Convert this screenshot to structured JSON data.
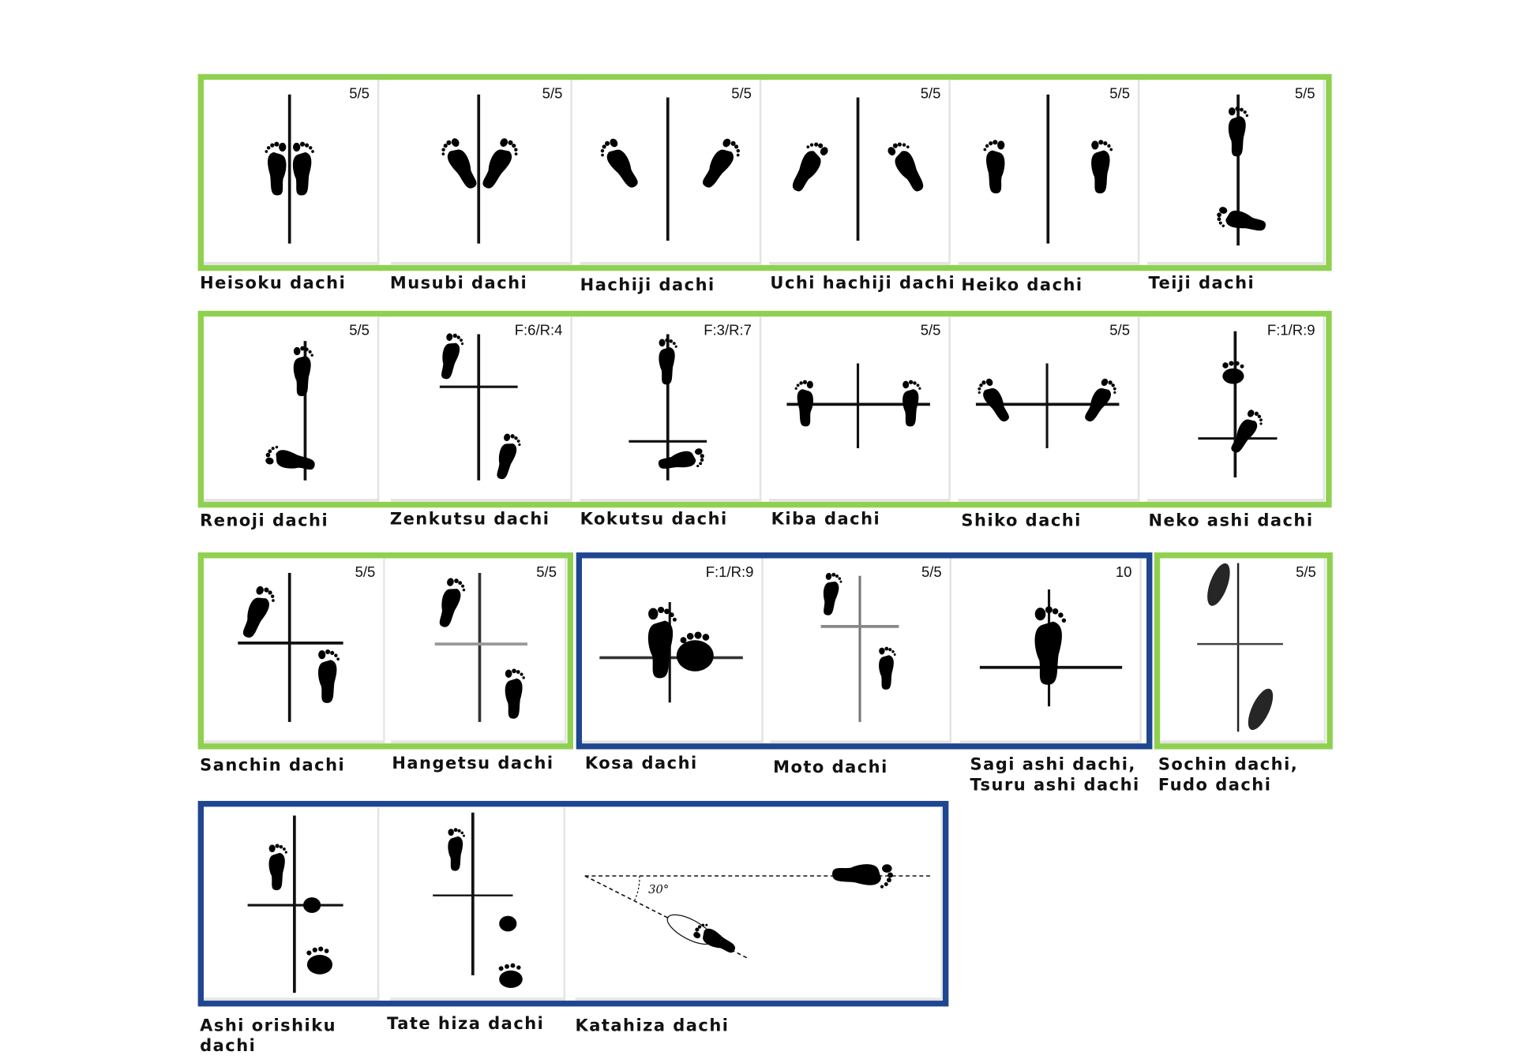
{
  "colors": {
    "green_group": "#8fd14f",
    "blue_group": "#1f4690"
  },
  "stances": [
    {
      "name": "Heisoku dachi",
      "score": "5/5"
    },
    {
      "name": "Musubi dachi",
      "score": "5/5"
    },
    {
      "name": "Hachiji dachi",
      "score": "5/5"
    },
    {
      "name": "Uchi hachiji dachi",
      "score": "5/5"
    },
    {
      "name": "Heiko dachi",
      "score": "5/5"
    },
    {
      "name": "Teiji dachi",
      "score": "5/5"
    },
    {
      "name": "Renoji dachi",
      "score": "5/5"
    },
    {
      "name": "Zenkutsu dachi",
      "score": "F:6/R:4"
    },
    {
      "name": "Kokutsu dachi",
      "score": "F:3/R:7"
    },
    {
      "name": "Kiba dachi",
      "score": "5/5"
    },
    {
      "name": "Shiko dachi",
      "score": "5/5"
    },
    {
      "name": "Neko ashi dachi",
      "score": "F:1/R:9"
    },
    {
      "name": "Sanchin dachi",
      "score": "5/5"
    },
    {
      "name": "Hangetsu dachi",
      "score": "5/5"
    },
    {
      "name": "Kosa dachi",
      "score": "F:1/R:9"
    },
    {
      "name": "Moto dachi",
      "score": "5/5"
    },
    {
      "name": "Sagi ashi dachi,\nTsuru ashi dachi",
      "score": "10"
    },
    {
      "name": "Sochin dachi,\nFudo dachi",
      "score": "5/5"
    },
    {
      "name": "Ashi orishiku\ndachi"
    },
    {
      "name": "Tate hiza dachi"
    },
    {
      "name": "Katahiza dachi",
      "angle_label": "30°"
    }
  ]
}
